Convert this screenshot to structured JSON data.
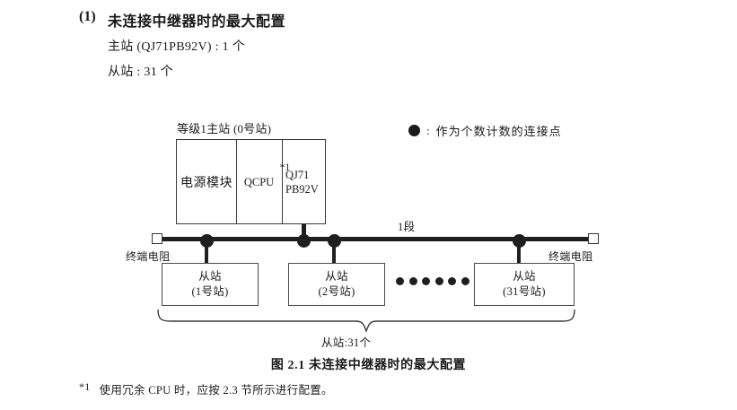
{
  "heading": {
    "number": "(1)",
    "title": "未连接中继器时的最大配置",
    "spec_master": "主站 (QJ71PB92V) : 1 个",
    "spec_slave": "从站 : 31 个"
  },
  "legend": {
    "marker_icon": "filled-circle",
    "separator": ":",
    "text": "作为个数计数的连接点"
  },
  "diagram": {
    "master": {
      "caption": "等级1主站 (0号站)",
      "cells": {
        "power": "电源模块",
        "cpu": "QCPU",
        "cpu_note": "*1",
        "module_line1": "QJ71",
        "module_line2": "PB92V"
      }
    },
    "bus": {
      "segment_label": "1段",
      "terminator_left": "终端电阻",
      "terminator_right": "终端电阻",
      "connection_dot_count": 4
    },
    "slaves": [
      {
        "name": "从站",
        "station": "(1号站)"
      },
      {
        "name": "从站",
        "station": "(2号站)"
      },
      {
        "name": "从站",
        "station": "(31号站)"
      }
    ],
    "ellipsis_dot_count": 6,
    "brace_label": "从站:31个"
  },
  "figure_caption": "图 2.1  未连接中继器时的最大配置",
  "footnote": {
    "mark": "*1",
    "text": "使用冗余 CPU 时，应按 2.3 节所示进行配置。"
  },
  "colors": {
    "ink": "#1a1a1a",
    "line": "#1f1f1f",
    "box_border": "#3a3a3a",
    "paper": "#ffffff"
  }
}
